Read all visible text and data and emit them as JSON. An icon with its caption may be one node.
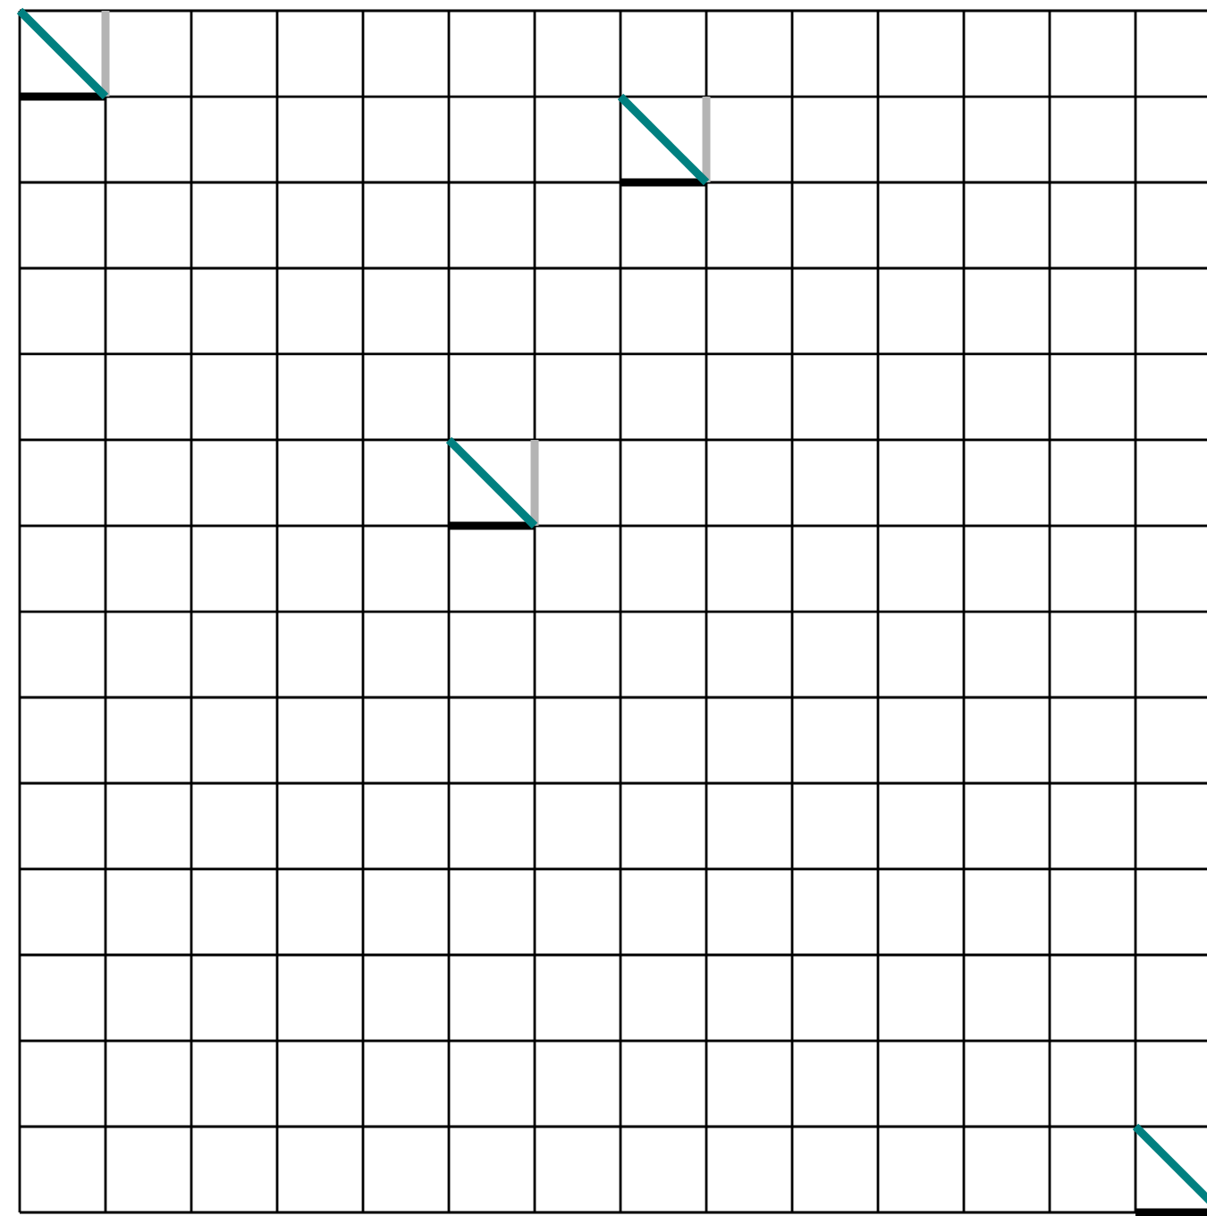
{
  "diagram": {
    "nodes": [
      {
        "text": [],
        "shape": "triangle"
      },
      {
        "text": [],
        "shape": "triangle"
      },
      {
        "text": [],
        "shape": "triangle"
      },
      {
        "text": [],
        "shape": "triangle"
      }
    ]
  }
}
